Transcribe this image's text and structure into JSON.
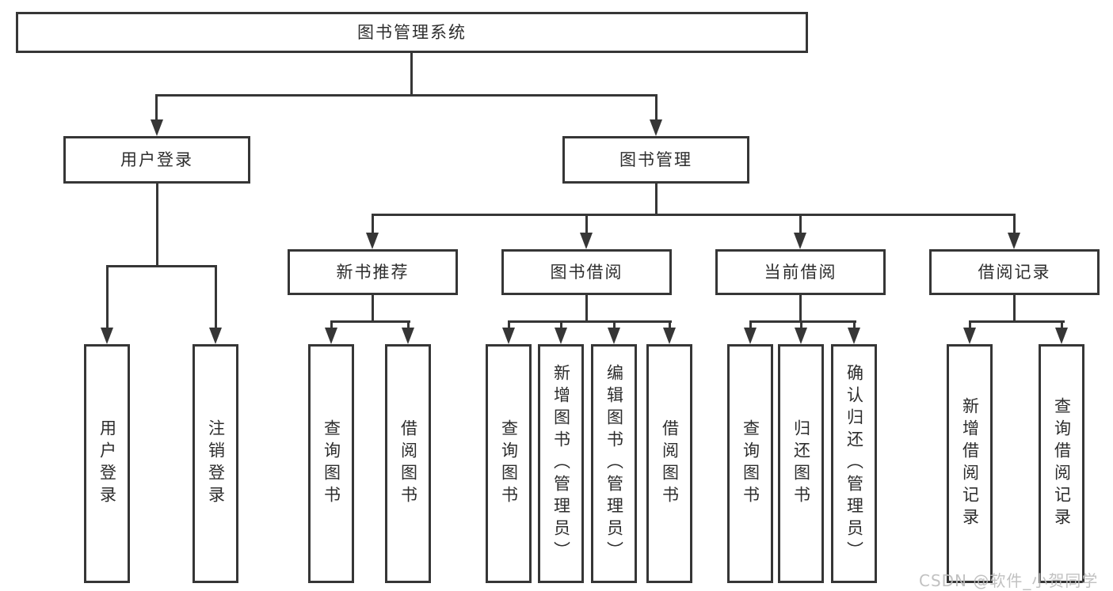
{
  "colors": {
    "line": "#363636",
    "text": "#2d2d2d",
    "box_bg": "#ffffff",
    "watermark": "#bcbcbc"
  },
  "watermark": "CSDN @软件_小贺同学",
  "tree": {
    "root": "图书管理系统",
    "user_login": {
      "label": "用户登录",
      "children": [
        "用户登录",
        "注销登录"
      ]
    },
    "book_mgmt": {
      "label": "图书管理",
      "groups": [
        {
          "label": "新书推荐",
          "children": [
            "查询图书",
            "借阅图书"
          ]
        },
        {
          "label": "图书借阅",
          "children": [
            "查询图书",
            "新增图书（管理员）",
            "编辑图书（管理员）",
            "借阅图书"
          ]
        },
        {
          "label": "当前借阅",
          "children": [
            "查询图书",
            "归还图书",
            "确认归还（管理员）"
          ]
        },
        {
          "label": "借阅记录",
          "children": [
            "新增借阅记录",
            "查询借阅记录"
          ]
        }
      ]
    }
  }
}
